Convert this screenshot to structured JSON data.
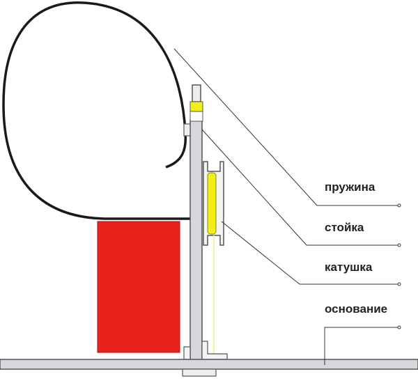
{
  "labels": {
    "spring": "пружина",
    "post": "стойка",
    "coil": "катушка",
    "base": "основание"
  },
  "colors": {
    "block": "#e8221c",
    "coil_yellow": "#f2ee1a",
    "post": "#d8d6dc",
    "outline": "#555555"
  }
}
